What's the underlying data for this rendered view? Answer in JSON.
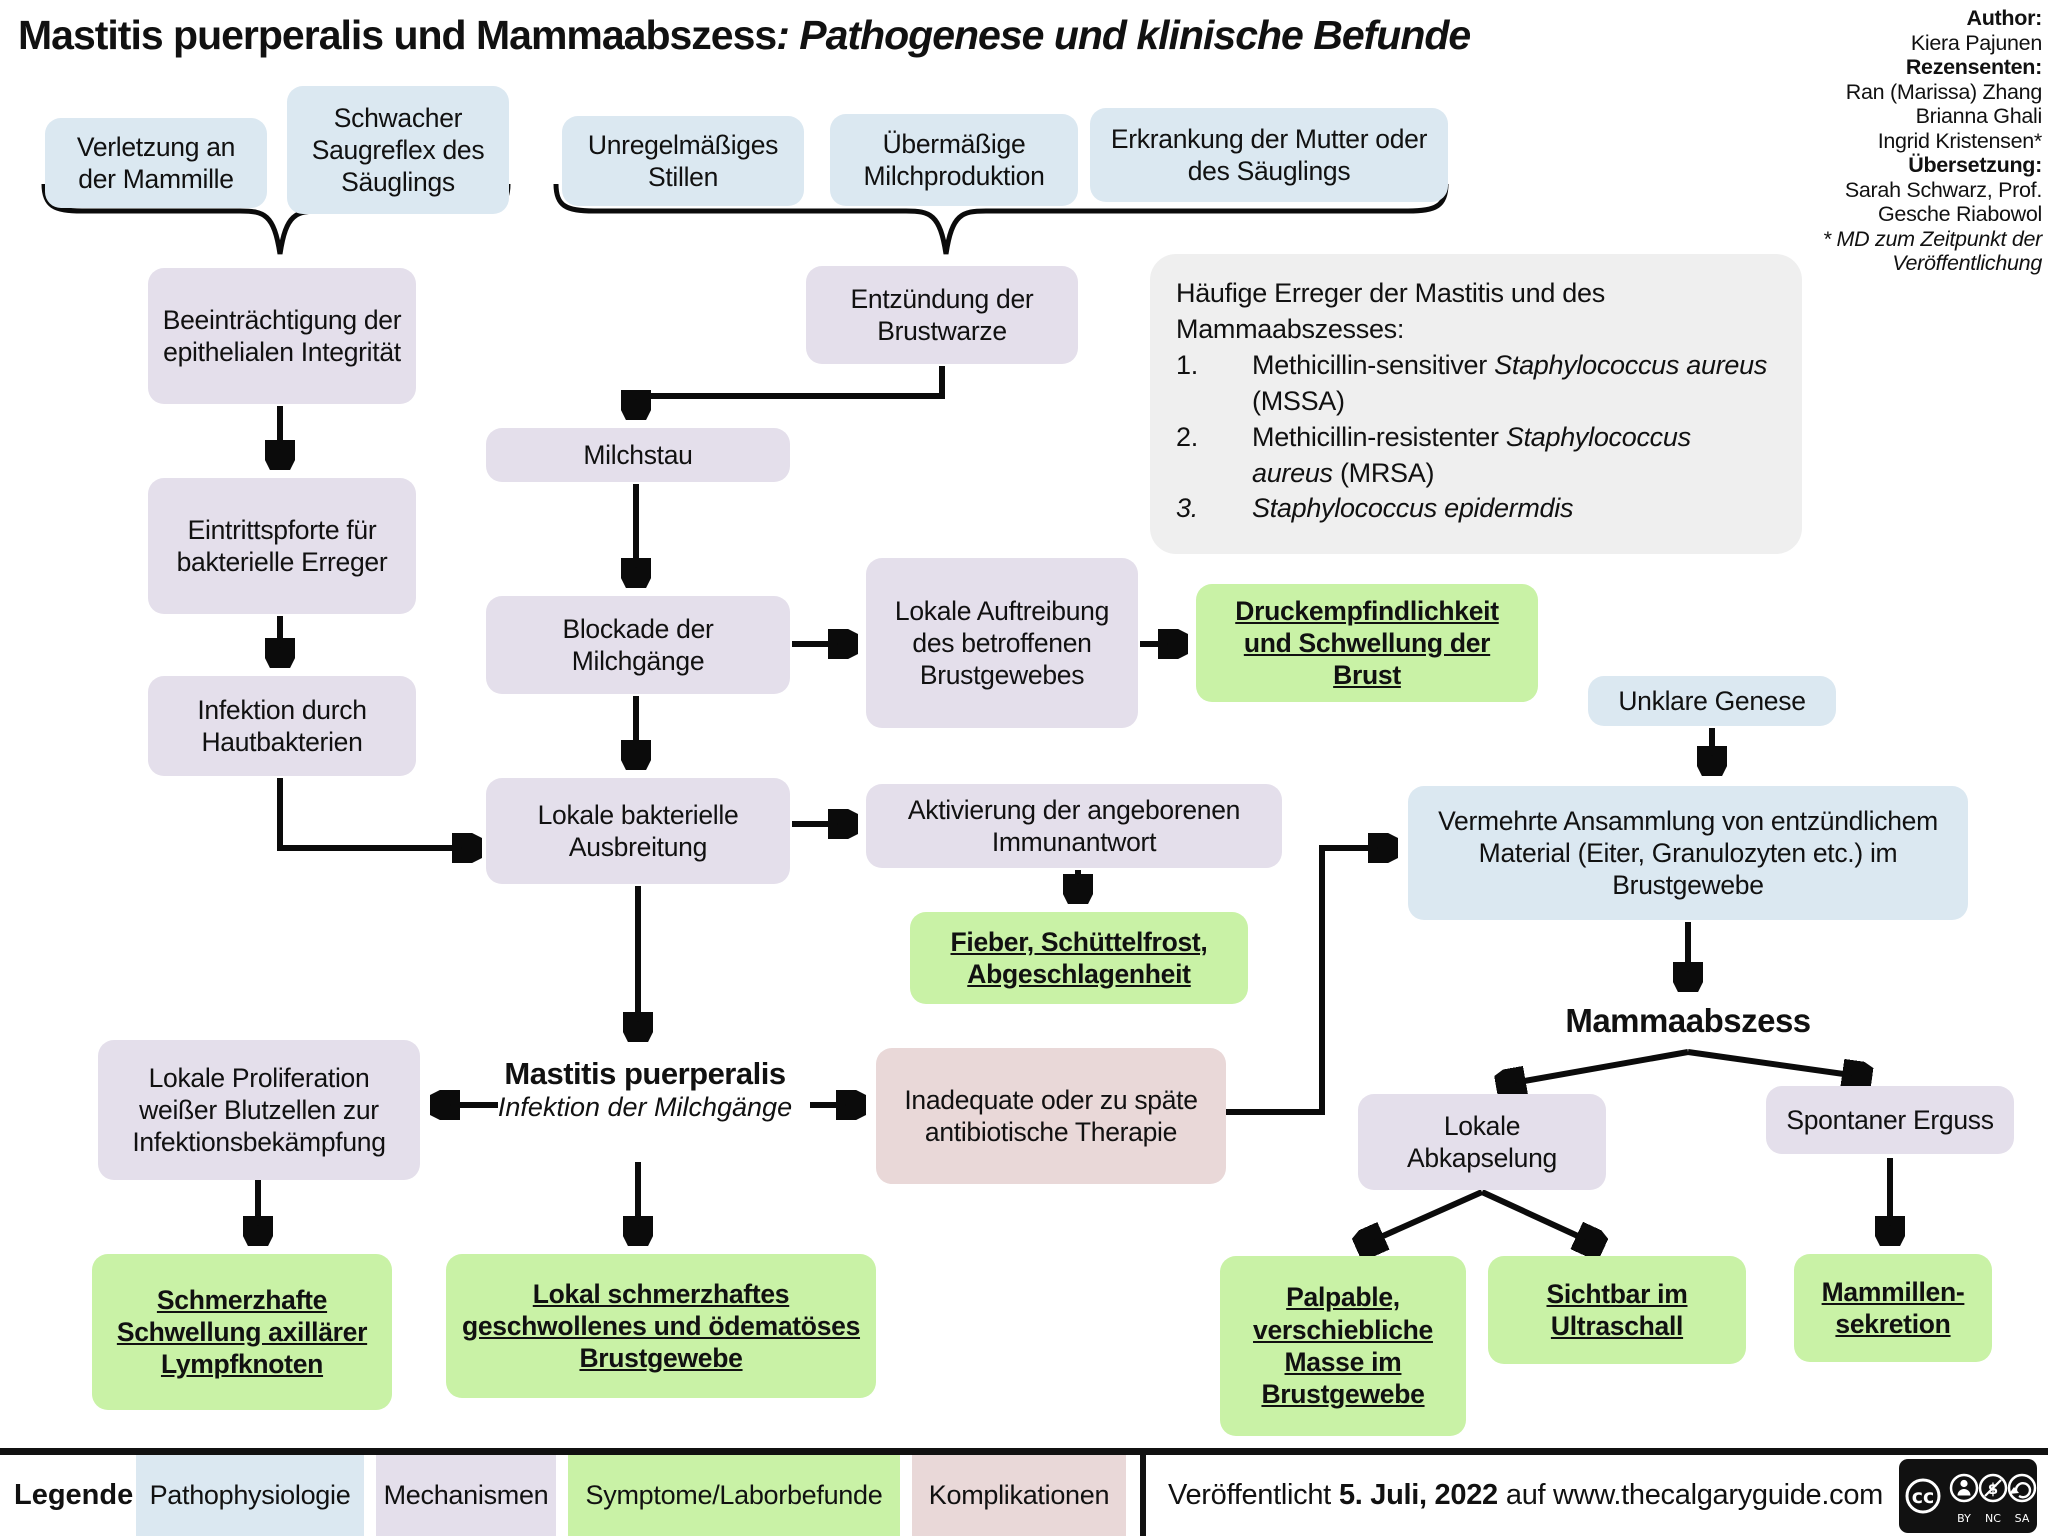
{
  "title": {
    "main": "Mastitis puerperalis und Mammaabszess",
    "subtitle": ": Pathogenese und klinische Befunde"
  },
  "credits": {
    "author_label": "Author:",
    "author": "Kiera Pajunen",
    "reviewers_label": "Rezensenten:",
    "reviewers": [
      "Ran (Marissa) Zhang",
      "Brianna Ghali",
      "Ingrid Kristensen*"
    ],
    "translation_label": "Übersetzung:",
    "translators": [
      "Sarah Schwarz, Prof.",
      "Gesche Riabowol"
    ],
    "footnote": "* MD zum Zeitpunkt der Veröffentlichung"
  },
  "nodes": {
    "verletzung": "Verletzung an der Mammille",
    "saugreflex": "Schwacher Saugreflex des Säuglings",
    "stillen": "Unregelmäßiges Stillen",
    "milchproduktion": "Übermäßige Milchproduktion",
    "erkrankung": "Erkrankung der Mutter oder des Säuglings",
    "beeintraechtigung": "Beeinträchtigung der epithelialen Integrität",
    "eintrittspforte": "Eintrittspforte für bakterielle Erreger",
    "infektion_haut": "Infektion durch Hautbakterien",
    "entzuendung": "Entzündung der Brustwarze",
    "milchstau": "Milchstau",
    "blockade": "Blockade der Milchgänge",
    "auftreibung": "Lokale Auftreibung des betroffenen Brustgewebes",
    "druckempfindlichkeit": "Druckempfindlichkeit und Schwellung der Brust",
    "unklare_genese": "Unklare Genese",
    "ausbreitung": "Lokale bakterielle Ausbreitung",
    "immunantwort": "Aktivierung der angeborenen Immunantwort",
    "fieber": "Fieber, Schüttelfrost, Abgeschlagenheit",
    "ansammlung": "Vermehrte Ansammlung von entzündlichem Material (Eiter, Granulozyten etc.) im Brustgewebe",
    "proliferation": "Lokale Proliferation weißer Blutzellen zur Infektionsbekämpfung",
    "inadequate": "Inadequate oder zu späte antibiotische Therapie",
    "abkapselung": "Lokale Abkapselung",
    "erguss": "Spontaner Erguss",
    "schmerzhafte": "Schmerzhafte Schwellung axillärer Lympfknoten",
    "lokal_schmerz": "Lokal schmerzhaftes geschwollenes und ödematöses Brustgewebe",
    "palpable": "Palpable, verschiebliche Masse im Brustgewebe",
    "sichtbar": "Sichtbar im Ultraschall",
    "mammillen": "Mammillen-sekretion"
  },
  "pathogens": {
    "heading": "Häufige Erreger der Mastitis und des Mammaabszesses:",
    "items": [
      {
        "num": "1.",
        "pre": "Methicillin-sensitiver ",
        "sci": "Staphylococcus aureus",
        "post": " (MSSA)"
      },
      {
        "num": "2.",
        "pre": "Methicillin-resistenter ",
        "sci": "Staphylococcus aureus",
        "post": " (MRSA)"
      },
      {
        "num": "3.",
        "pre": "",
        "sci": "Staphylococcus epidermdis",
        "post": ""
      }
    ]
  },
  "labels": {
    "mastitis_title": "Mastitis puerperalis",
    "mastitis_sub": "Infektion der Milchgänge",
    "mammaabszess": "Mammaabszess"
  },
  "legend": {
    "label": "Legende:",
    "items": [
      {
        "label": "Pathophysiologie",
        "color": "#dbe8f1"
      },
      {
        "label": "Mechanismen",
        "color": "#e4dfeb"
      },
      {
        "label": "Symptome/Laborbefunde",
        "color": "#c9f2a6"
      },
      {
        "label": "Komplikationen",
        "color": "#e9d8d8"
      }
    ]
  },
  "footer": {
    "pre": "Veröffentlicht",
    "date": "5. Juli, 2022",
    "post": "auf www.thecalgaryguide.com"
  },
  "cc": {
    "cc_text": "cc",
    "by": "BY",
    "nc": "NC",
    "sa": "SA"
  }
}
